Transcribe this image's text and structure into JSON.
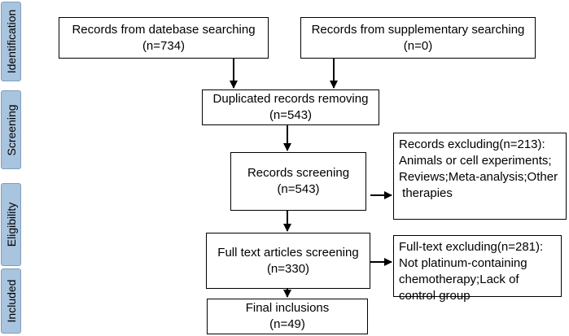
{
  "phases": {
    "identification": "Identification",
    "screening": "Screening",
    "eligibility": "Eligibility",
    "included": "Included"
  },
  "boxes": {
    "database": {
      "line1": "Records from datebase searching",
      "line2": "(n=734)"
    },
    "supplementary": {
      "line1": "Records from supplementary searching",
      "line2": "(n=0)"
    },
    "duplicates": {
      "line1": "Duplicated records removing",
      "line2": "(n=543)"
    },
    "screening": {
      "line1": "Records screening",
      "line2": "(n=543)"
    },
    "exclude1": {
      "line1": "Records excluding(n=213):",
      "line2": "Animals or cell experiments;",
      "line3": "Reviews;Meta-analysis;Other",
      "line4": " therapies"
    },
    "fulltext": {
      "line1": "Full text articles screening",
      "line2": "(n=330)"
    },
    "exclude2": {
      "line1": "Full-text excluding(n=281):",
      "line2": "Not platinum-containing",
      "line3": "chemotherapy;Lack of",
      "line4": "control group"
    },
    "final": {
      "line1": "Final inclusions",
      "line2": "(n=49)"
    }
  },
  "colors": {
    "phase_fill": "#a9c4df",
    "phase_border": "#7f9fbe",
    "line": "#000000"
  }
}
